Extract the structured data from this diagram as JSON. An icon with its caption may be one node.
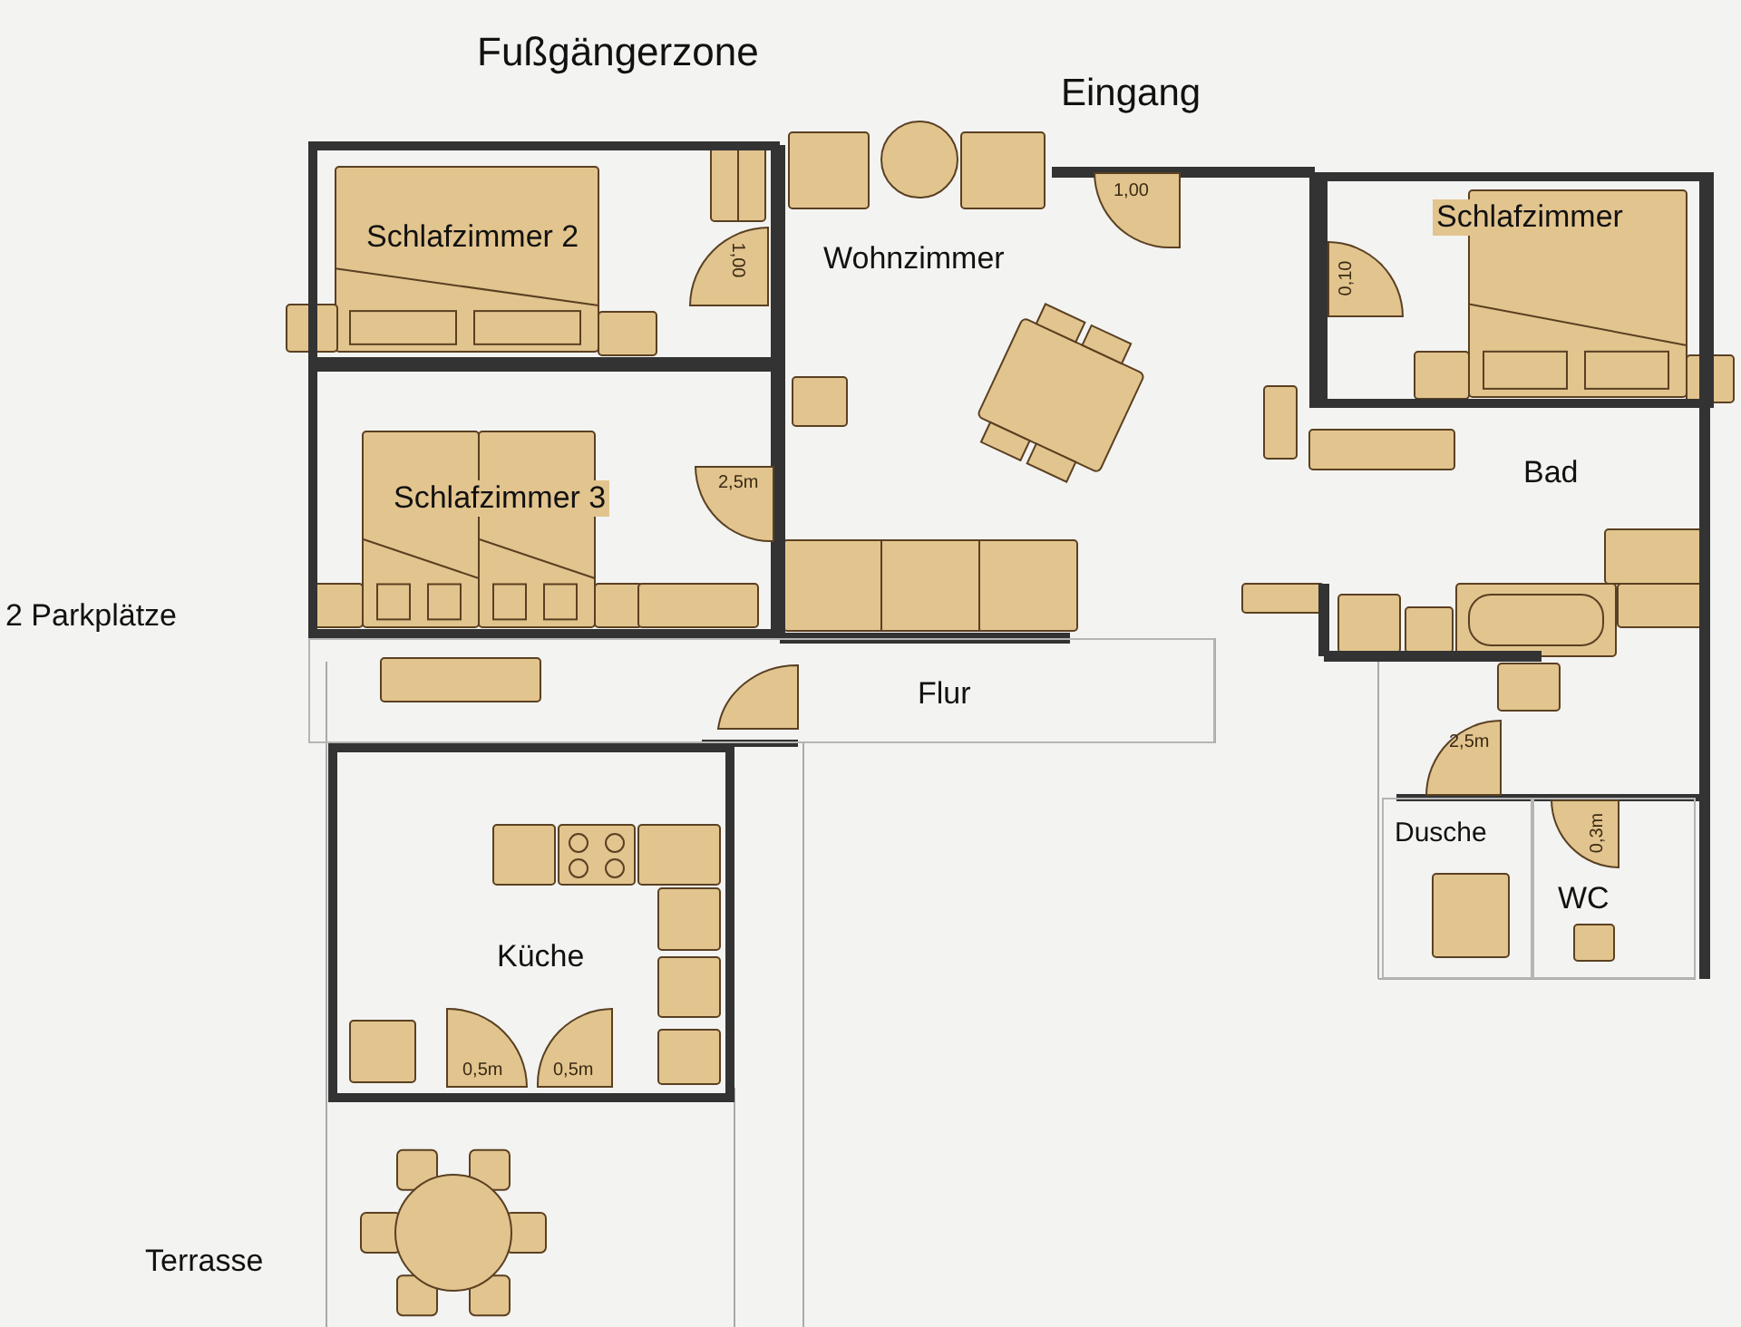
{
  "diagram": {
    "nodes": [
      {
        "text": [
          "Schlafzimmer 2"
        ]
      },
      {
        "text": [
          "Wohnzimmer"
        ]
      },
      {
        "text": [
          "Schlafzimmer"
        ]
      },
      {
        "text": [
          "Schlafzimmer 3"
        ]
      },
      {
        "text": [
          "Bad"
        ]
      },
      {
        "text": [
          "Flur"
        ]
      },
      {
        "text": [
          "Dusche"
        ]
      },
      {
        "text": [
          "WC"
        ]
      },
      {
        "text": [
          "Küche"
        ]
      },
      {
        "text": [
          "1,00"
        ]
      },
      {
        "text": [
          "1,00"
        ],
        "in": 0
      },
      {
        "text": [
          "0,10"
        ],
        "in": 2
      },
      {
        "text": [
          "2,5m"
        ],
        "in": 3
      },
      {
        "text": [
          "2,5m"
        ],
        "in": 4
      },
      {
        "text": [
          "0,3m"
        ],
        "in": 7
      },
      {
        "text": [
          "0,5m"
        ],
        "in": 8
      },
      {
        "text": [
          "0,5m"
        ],
        "in": 8
      }
    ],
    "edges": [],
    "labels": [
      "Fußgängerzone",
      "Eingang",
      "2 Parkplätze",
      "Terrasse"
    ]
  }
}
